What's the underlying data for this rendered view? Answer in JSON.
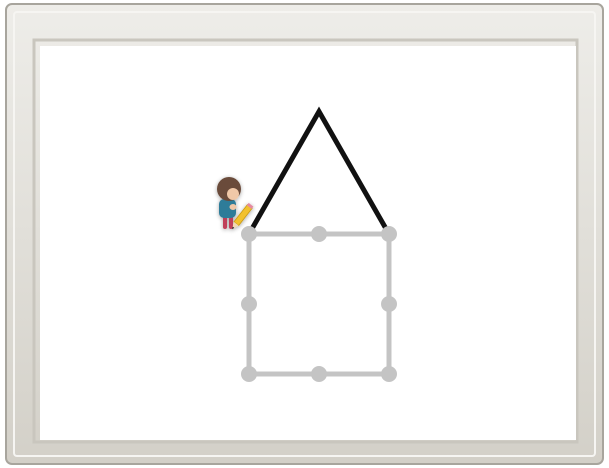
{
  "puzzle": {
    "grid_dots": [
      {
        "col": 0,
        "row": 0
      },
      {
        "col": 1,
        "row": 0
      },
      {
        "col": 2,
        "row": 0
      },
      {
        "col": 0,
        "row": 1
      },
      {
        "col": 2,
        "row": 1
      },
      {
        "col": 0,
        "row": 2
      },
      {
        "col": 1,
        "row": 2
      },
      {
        "col": 2,
        "row": 2
      }
    ],
    "outline_path": [
      {
        "col": 0,
        "row": 0
      },
      {
        "col": 2,
        "row": 0
      },
      {
        "col": 2,
        "row": 2
      },
      {
        "col": 0,
        "row": 2
      },
      {
        "col": 0,
        "row": 0
      }
    ],
    "drawn_stroke": [
      {
        "col": 0,
        "row": 0
      },
      {
        "col": 1,
        "row": -1.75
      },
      {
        "col": 2,
        "row": 0
      }
    ],
    "character": "pencil-kid",
    "colors": {
      "frame": "#e3e1db",
      "frame_dark": "#b9b6ae",
      "canvas": "#ffffff",
      "guide": "#c4c4c4",
      "stroke": "#111111"
    }
  }
}
